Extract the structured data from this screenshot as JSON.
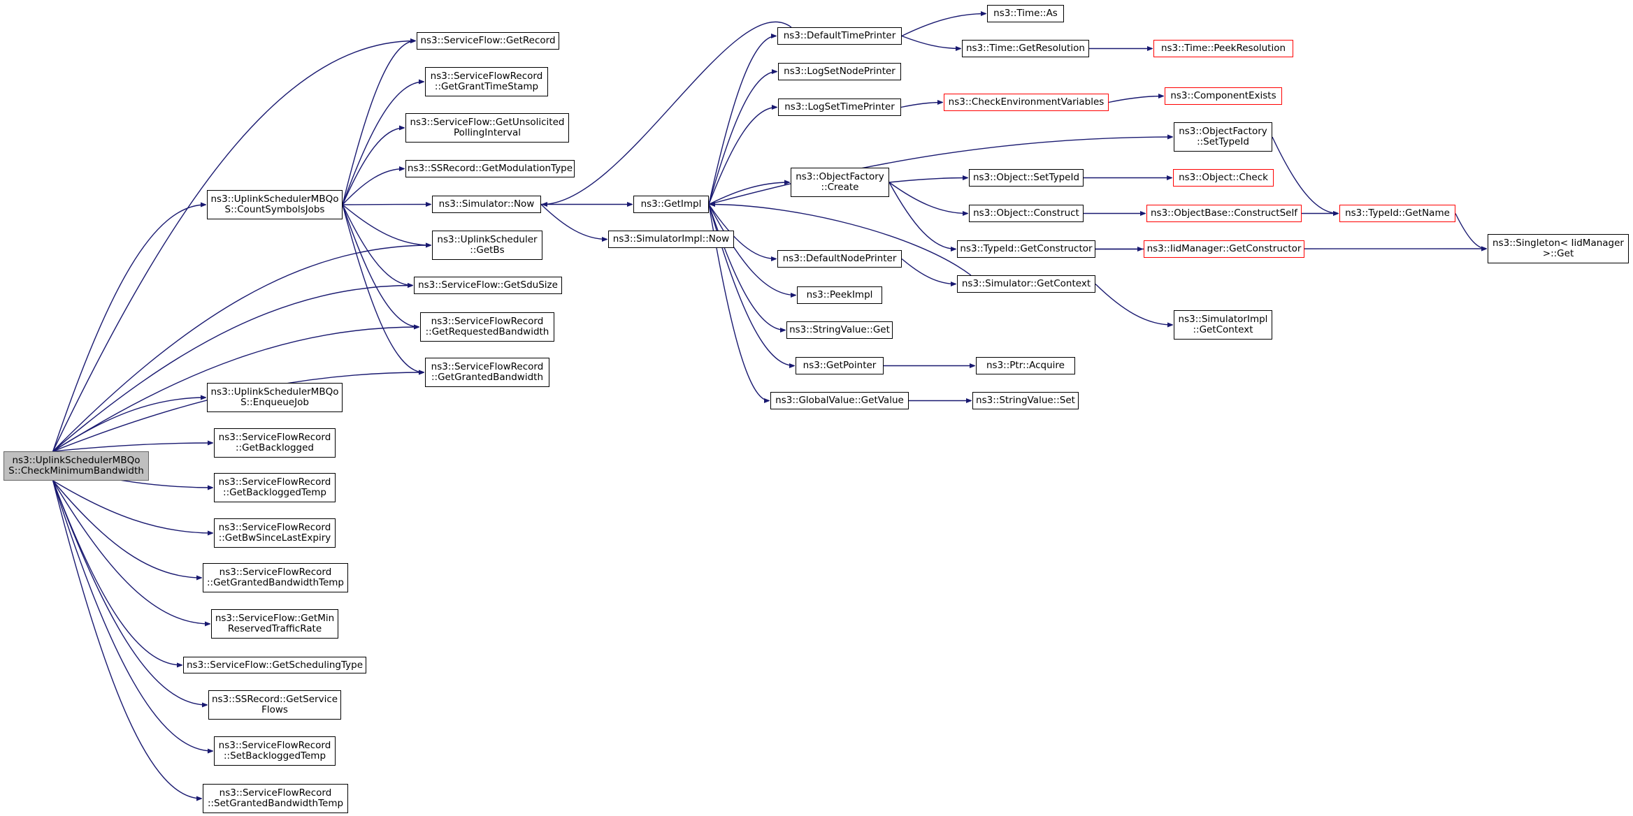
{
  "colors": {
    "edge": "#191970",
    "node_border": "#000000",
    "truncated_border": "#ff0000",
    "root_fill": "#bfbfbf"
  },
  "nodes": [
    {
      "id": "checkmin",
      "lines": [
        "ns3::UplinkSchedulerMBQo",
        "S::CheckMinimumBandwidth"
      ],
      "style": "root"
    },
    {
      "id": "countsym",
      "lines": [
        "ns3::UplinkSchedulerMBQo",
        "S::CountSymbolsJobs"
      ]
    },
    {
      "id": "enqueue",
      "lines": [
        "ns3::UplinkSchedulerMBQo",
        "S::EnqueueJob"
      ]
    },
    {
      "id": "getbacklogged",
      "lines": [
        "ns3::ServiceFlowRecord",
        "::GetBacklogged"
      ]
    },
    {
      "id": "getbackloggedtemp",
      "lines": [
        "ns3::ServiceFlowRecord",
        "::GetBackloggedTemp"
      ]
    },
    {
      "id": "getbwsince",
      "lines": [
        "ns3::ServiceFlowRecord",
        "::GetBwSinceLastExpiry"
      ]
    },
    {
      "id": "getgrantedbwtemp",
      "lines": [
        "ns3::ServiceFlowRecord",
        "::GetGrantedBandwidthTemp"
      ]
    },
    {
      "id": "getminreserved",
      "lines": [
        "ns3::ServiceFlow::GetMin",
        "ReservedTrafficRate"
      ]
    },
    {
      "id": "getscheduling",
      "lines": [
        "ns3::ServiceFlow::GetSchedulingType"
      ]
    },
    {
      "id": "getserviceflows",
      "lines": [
        "ns3::SSRecord::GetService",
        "Flows"
      ]
    },
    {
      "id": "setbackloggedtemp",
      "lines": [
        "ns3::ServiceFlowRecord",
        "::SetBackloggedTemp"
      ]
    },
    {
      "id": "setgrantedbwtemp",
      "lines": [
        "ns3::ServiceFlowRecord",
        "::SetGrantedBandwidthTemp"
      ]
    },
    {
      "id": "getrecord",
      "lines": [
        "ns3::ServiceFlow::GetRecord"
      ]
    },
    {
      "id": "getgranttime",
      "lines": [
        "ns3::ServiceFlowRecord",
        "::GetGrantTimeStamp"
      ]
    },
    {
      "id": "getunsolicited",
      "lines": [
        "ns3::ServiceFlow::GetUnsolicited",
        "PollingInterval"
      ]
    },
    {
      "id": "getmodulation",
      "lines": [
        "ns3::SSRecord::GetModulationType"
      ]
    },
    {
      "id": "simnow",
      "lines": [
        "ns3::Simulator::Now"
      ]
    },
    {
      "id": "getbs",
      "lines": [
        "ns3::UplinkScheduler",
        "::GetBs"
      ]
    },
    {
      "id": "getsdusize",
      "lines": [
        "ns3::ServiceFlow::GetSduSize"
      ]
    },
    {
      "id": "getrequestedbw",
      "lines": [
        "ns3::ServiceFlowRecord",
        "::GetRequestedBandwidth"
      ]
    },
    {
      "id": "getgrantedbw",
      "lines": [
        "ns3::ServiceFlowRecord",
        "::GetGrantedBandwidth"
      ]
    },
    {
      "id": "getimpl",
      "lines": [
        "ns3::GetImpl"
      ]
    },
    {
      "id": "simimplnow",
      "lines": [
        "ns3::SimulatorImpl::Now"
      ]
    },
    {
      "id": "defaulttimeprinter",
      "lines": [
        "ns3::DefaultTimePrinter"
      ]
    },
    {
      "id": "logsetnodeprinter",
      "lines": [
        "ns3::LogSetNodePrinter"
      ]
    },
    {
      "id": "logsettimeprinter",
      "lines": [
        "ns3::LogSetTimePrinter"
      ]
    },
    {
      "id": "objfactorycreate",
      "lines": [
        "ns3::ObjectFactory",
        "::Create"
      ]
    },
    {
      "id": "defaultnodeprinter",
      "lines": [
        "ns3::DefaultNodePrinter"
      ]
    },
    {
      "id": "peekimpl",
      "lines": [
        "ns3::PeekImpl"
      ]
    },
    {
      "id": "stringvalueget",
      "lines": [
        "ns3::StringValue::Get"
      ]
    },
    {
      "id": "getpointer",
      "lines": [
        "ns3::GetPointer"
      ]
    },
    {
      "id": "globalvalueget",
      "lines": [
        "ns3::GlobalValue::GetValue"
      ]
    },
    {
      "id": "timeas",
      "lines": [
        "ns3::Time::As"
      ]
    },
    {
      "id": "timegetres",
      "lines": [
        "ns3::Time::GetResolution"
      ]
    },
    {
      "id": "checkenv",
      "lines": [
        "ns3::CheckEnvironmentVariables"
      ],
      "style": "red"
    },
    {
      "id": "objfactorysettype",
      "lines": [
        "ns3::ObjectFactory",
        "::SetTypeId"
      ]
    },
    {
      "id": "objectsettypeid",
      "lines": [
        "ns3::Object::SetTypeId"
      ]
    },
    {
      "id": "objectconstruct",
      "lines": [
        "ns3::Object::Construct"
      ]
    },
    {
      "id": "typeidgetctor",
      "lines": [
        "ns3::TypeId::GetConstructor"
      ]
    },
    {
      "id": "simgetcontext",
      "lines": [
        "ns3::Simulator::GetContext"
      ]
    },
    {
      "id": "ptracquire",
      "lines": [
        "ns3::Ptr::Acquire"
      ]
    },
    {
      "id": "stringvalueset",
      "lines": [
        "ns3::StringValue::Set"
      ]
    },
    {
      "id": "timepeekres",
      "lines": [
        "ns3::Time::PeekResolution"
      ],
      "style": "red"
    },
    {
      "id": "componentexists",
      "lines": [
        "ns3::ComponentExists"
      ],
      "style": "red"
    },
    {
      "id": "objectcheck",
      "lines": [
        "ns3::Object::Check"
      ],
      "style": "red"
    },
    {
      "id": "objbaseconstructself",
      "lines": [
        "ns3::ObjectBase::ConstructSelf"
      ],
      "style": "red"
    },
    {
      "id": "iidmgrgetctor",
      "lines": [
        "ns3::IidManager::GetConstructor"
      ],
      "style": "red"
    },
    {
      "id": "simimplgetcontext",
      "lines": [
        "ns3::SimulatorImpl",
        "::GetContext"
      ]
    },
    {
      "id": "typeidgetname",
      "lines": [
        "ns3::TypeId::GetName"
      ],
      "style": "red"
    },
    {
      "id": "singletonget",
      "lines": [
        "ns3::Singleton< IidManager",
        " >::Get"
      ]
    }
  ],
  "edges": [
    [
      "checkmin",
      "countsym"
    ],
    [
      "checkmin",
      "getrecord"
    ],
    [
      "checkmin",
      "getbs"
    ],
    [
      "checkmin",
      "getsdusize"
    ],
    [
      "checkmin",
      "getrequestedbw"
    ],
    [
      "checkmin",
      "getgrantedbw"
    ],
    [
      "checkmin",
      "enqueue"
    ],
    [
      "checkmin",
      "getbacklogged"
    ],
    [
      "checkmin",
      "getbackloggedtemp"
    ],
    [
      "checkmin",
      "getbwsince"
    ],
    [
      "checkmin",
      "getgrantedbwtemp"
    ],
    [
      "checkmin",
      "getminreserved"
    ],
    [
      "checkmin",
      "getscheduling"
    ],
    [
      "checkmin",
      "getserviceflows"
    ],
    [
      "checkmin",
      "setbackloggedtemp"
    ],
    [
      "checkmin",
      "setgrantedbwtemp"
    ],
    [
      "countsym",
      "getrecord"
    ],
    [
      "countsym",
      "getgranttime"
    ],
    [
      "countsym",
      "getunsolicited"
    ],
    [
      "countsym",
      "getmodulation"
    ],
    [
      "countsym",
      "simnow"
    ],
    [
      "countsym",
      "getbs"
    ],
    [
      "countsym",
      "getsdusize"
    ],
    [
      "countsym",
      "getrequestedbw"
    ],
    [
      "countsym",
      "getgrantedbw"
    ],
    [
      "simnow",
      "getimpl"
    ],
    [
      "simnow",
      "simimplnow"
    ],
    [
      "getimpl",
      "defaulttimeprinter"
    ],
    [
      "getimpl",
      "logsetnodeprinter"
    ],
    [
      "getimpl",
      "logsettimeprinter"
    ],
    [
      "getimpl",
      "objfactorysettype"
    ],
    [
      "getimpl",
      "objfactorycreate"
    ],
    [
      "getimpl",
      "defaultnodeprinter"
    ],
    [
      "getimpl",
      "peekimpl"
    ],
    [
      "getimpl",
      "stringvalueget"
    ],
    [
      "getimpl",
      "getpointer"
    ],
    [
      "getimpl",
      "globalvalueget"
    ],
    [
      "defaulttimeprinter",
      "simnow"
    ],
    [
      "defaulttimeprinter",
      "timeas"
    ],
    [
      "defaulttimeprinter",
      "timegetres"
    ],
    [
      "timegetres",
      "timepeekres"
    ],
    [
      "logsettimeprinter",
      "checkenv"
    ],
    [
      "checkenv",
      "componentexists"
    ],
    [
      "objfactorysettype",
      "typeidgetname"
    ],
    [
      "objfactorycreate",
      "objectsettypeid"
    ],
    [
      "objfactorycreate",
      "objectconstruct"
    ],
    [
      "objfactorycreate",
      "typeidgetctor"
    ],
    [
      "objectsettypeid",
      "objectcheck"
    ],
    [
      "objectconstruct",
      "objbaseconstructself"
    ],
    [
      "objbaseconstructself",
      "typeidgetname"
    ],
    [
      "typeidgetname",
      "singletonget"
    ],
    [
      "typeidgetctor",
      "iidmgrgetctor"
    ],
    [
      "typeidgetctor",
      "singletonget"
    ],
    [
      "defaultnodeprinter",
      "simgetcontext"
    ],
    [
      "simgetcontext",
      "getimpl"
    ],
    [
      "simgetcontext",
      "simimplgetcontext"
    ],
    [
      "getpointer",
      "ptracquire"
    ],
    [
      "globalvalueget",
      "stringvalueset"
    ]
  ]
}
